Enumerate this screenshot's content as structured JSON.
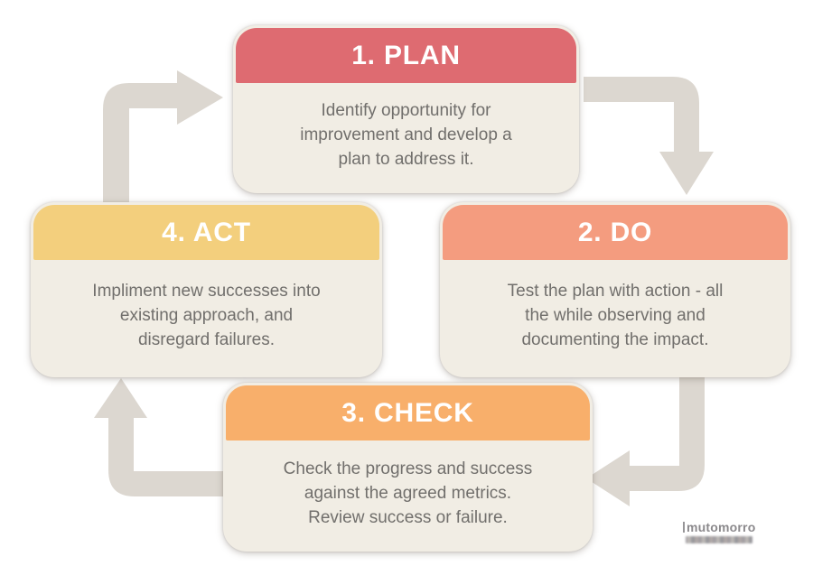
{
  "colors": {
    "background": "#FFFFFF",
    "card_body": "#F1EDE4",
    "arrow": "#DCD7D0",
    "plan_header": "#DE6B71",
    "do_header": "#F49C7F",
    "check_header": "#F8AF6B",
    "act_header": "#F3CF7D",
    "title_text": "#FFFFFF",
    "body_text": "#716F6C",
    "watermark_text": "#8B898C"
  },
  "cards": {
    "plan": {
      "title": "1. PLAN",
      "body_lines": [
        "Identify opportunity for",
        "improvement and develop a",
        "plan to address it."
      ]
    },
    "do": {
      "title": "2. DO",
      "body_lines": [
        "Test the plan with action - all",
        "the while observing and",
        "documenting the impact."
      ]
    },
    "check": {
      "title": "3. CHECK",
      "body_lines": [
        "Check the progress and success",
        "against the agreed metrics.",
        "Review success or failure."
      ]
    },
    "act": {
      "title": "4. ACT",
      "body_lines": [
        "Impliment new successes into",
        "existing approach, and",
        "disregard failures."
      ]
    }
  },
  "watermark": {
    "brand": "mutomorro"
  }
}
